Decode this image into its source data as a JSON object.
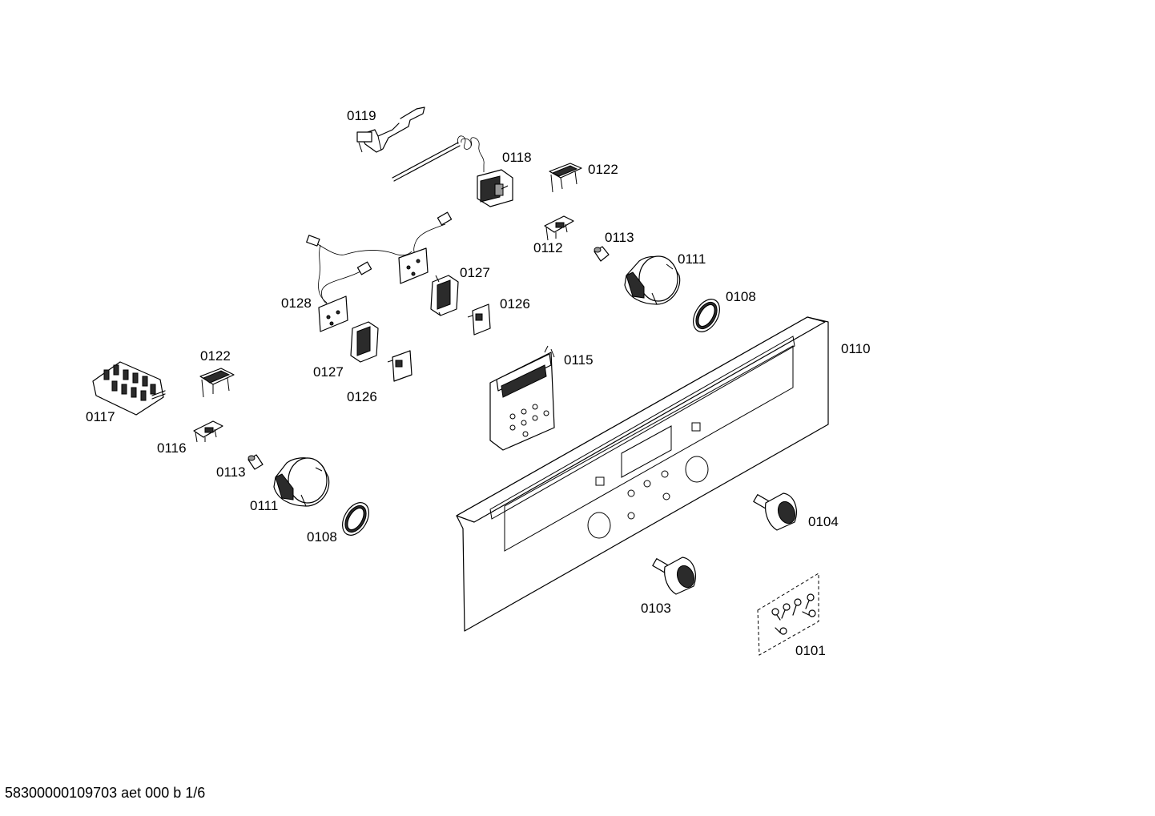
{
  "labels": [
    {
      "id": "label-0119-top",
      "text": "0119"
    },
    {
      "id": "label-0118",
      "text": "0118"
    },
    {
      "id": "label-0122-top",
      "text": "0122"
    },
    {
      "id": "label-0113-top",
      "text": "0113"
    },
    {
      "id": "label-0112",
      "text": "0112"
    },
    {
      "id": "label-0111-top",
      "text": "0111"
    },
    {
      "id": "label-0127-top",
      "text": "0127"
    },
    {
      "id": "label-0128",
      "text": "0128"
    },
    {
      "id": "label-0126-top",
      "text": "0126"
    },
    {
      "id": "label-0108-top",
      "text": "0108"
    },
    {
      "id": "label-0110",
      "text": "0110"
    },
    {
      "id": "label-0122-left",
      "text": "0122"
    },
    {
      "id": "label-0127-bottom",
      "text": "0127"
    },
    {
      "id": "label-0115",
      "text": "0115"
    },
    {
      "id": "label-0126-bottom",
      "text": "0126"
    },
    {
      "id": "label-0117",
      "text": "0117"
    },
    {
      "id": "label-0116",
      "text": "0116"
    },
    {
      "id": "label-0113-bottom",
      "text": "0113"
    },
    {
      "id": "label-0111-bottom",
      "text": "0111"
    },
    {
      "id": "label-0108-bottom",
      "text": "0108"
    },
    {
      "id": "label-0104",
      "text": "0104"
    },
    {
      "id": "label-0103",
      "text": "0103"
    },
    {
      "id": "label-0101",
      "text": "0101"
    }
  ],
  "footer": {
    "text": "58300000109703 aet 000 b 1/6"
  }
}
